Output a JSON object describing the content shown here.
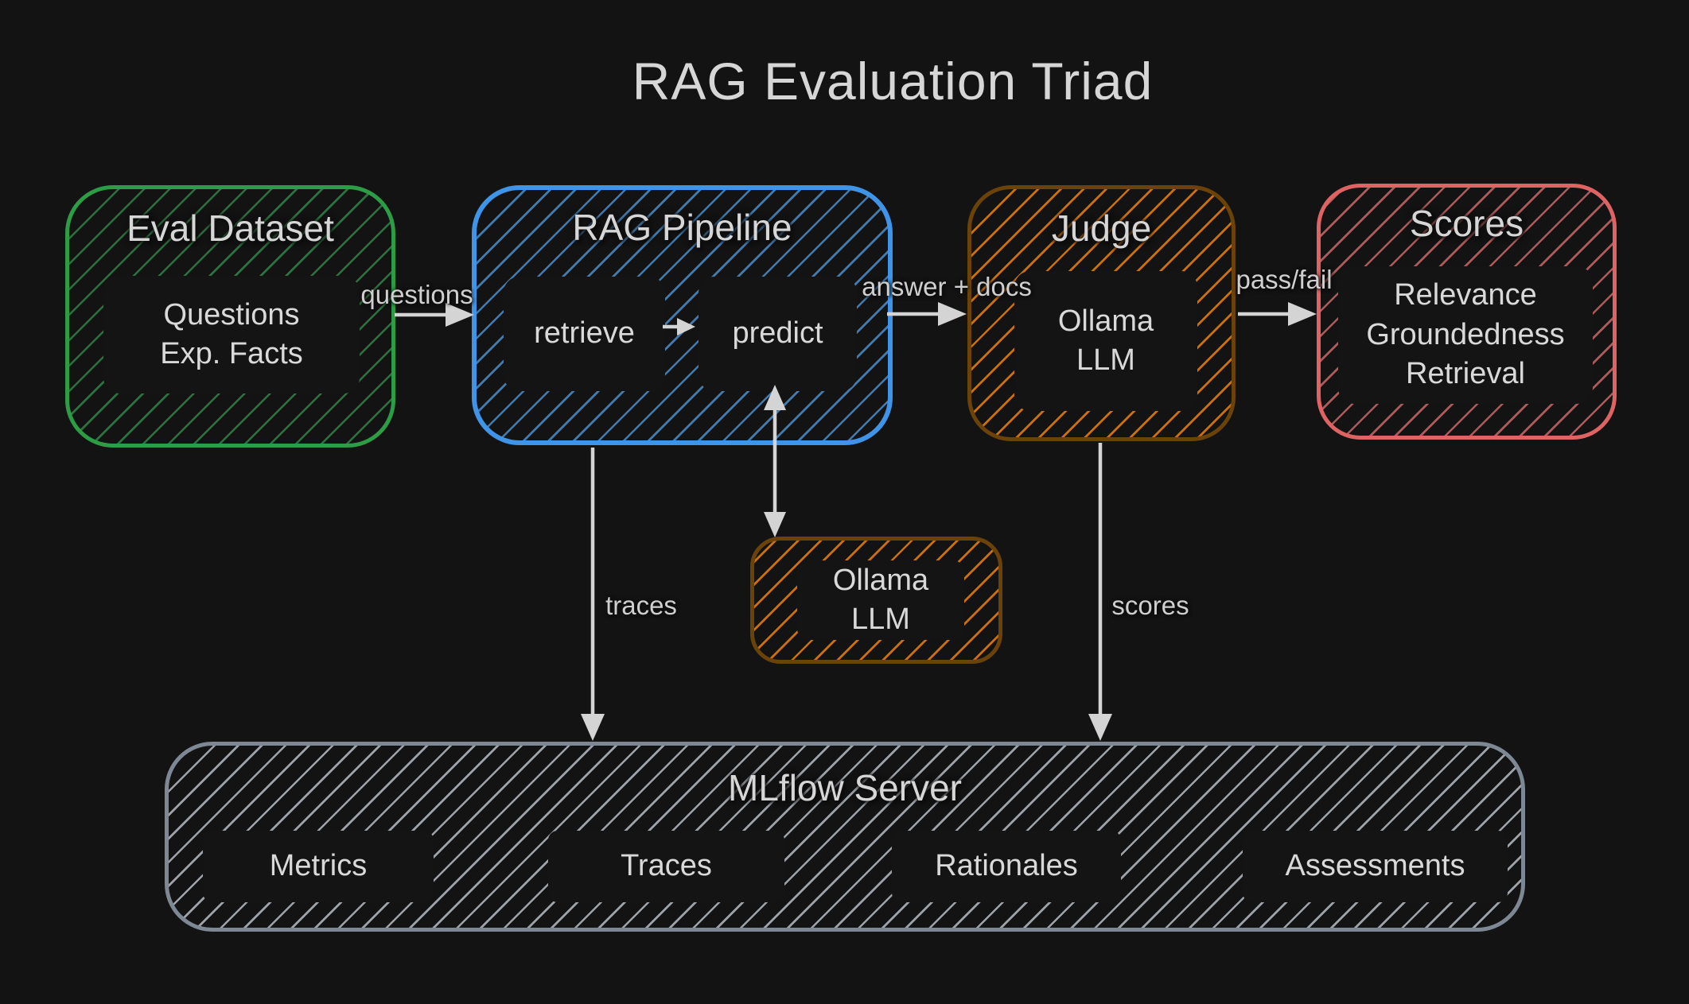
{
  "diagram": {
    "title": "RAG Evaluation Triad",
    "nodes": {
      "eval_dataset": {
        "title": "Eval Dataset",
        "lines": [
          "Questions",
          "Exp. Facts"
        ]
      },
      "rag_pipeline": {
        "title": "RAG Pipeline",
        "steps": [
          "retrieve",
          "predict"
        ]
      },
      "judge": {
        "title": "Judge",
        "lines": [
          "Ollama",
          "LLM"
        ]
      },
      "scores": {
        "title": "Scores",
        "lines": [
          "Relevance",
          "Groundedness",
          "Retrieval"
        ]
      },
      "ollama_llm": {
        "lines": [
          "Ollama",
          "LLM"
        ]
      },
      "mlflow_server": {
        "title": "MLflow Server",
        "stores": [
          "Metrics",
          "Traces",
          "Rationales",
          "Assessments"
        ]
      }
    },
    "edge_labels": {
      "questions": "questions",
      "answer_docs": "answer + docs",
      "pass_fail": "pass/fail",
      "traces": "traces",
      "scores": "scores"
    },
    "colors": {
      "background": "#131313",
      "eval_border": "#2c9c45",
      "rag_border": "#4094e8",
      "judge_border": "#6b4309",
      "judge_hatch": "#e67d0d",
      "scores_border": "#e06363",
      "mlflow_border": "#7e8894",
      "arrow": "#d4d4d4",
      "text": "#d6d6d6"
    }
  }
}
